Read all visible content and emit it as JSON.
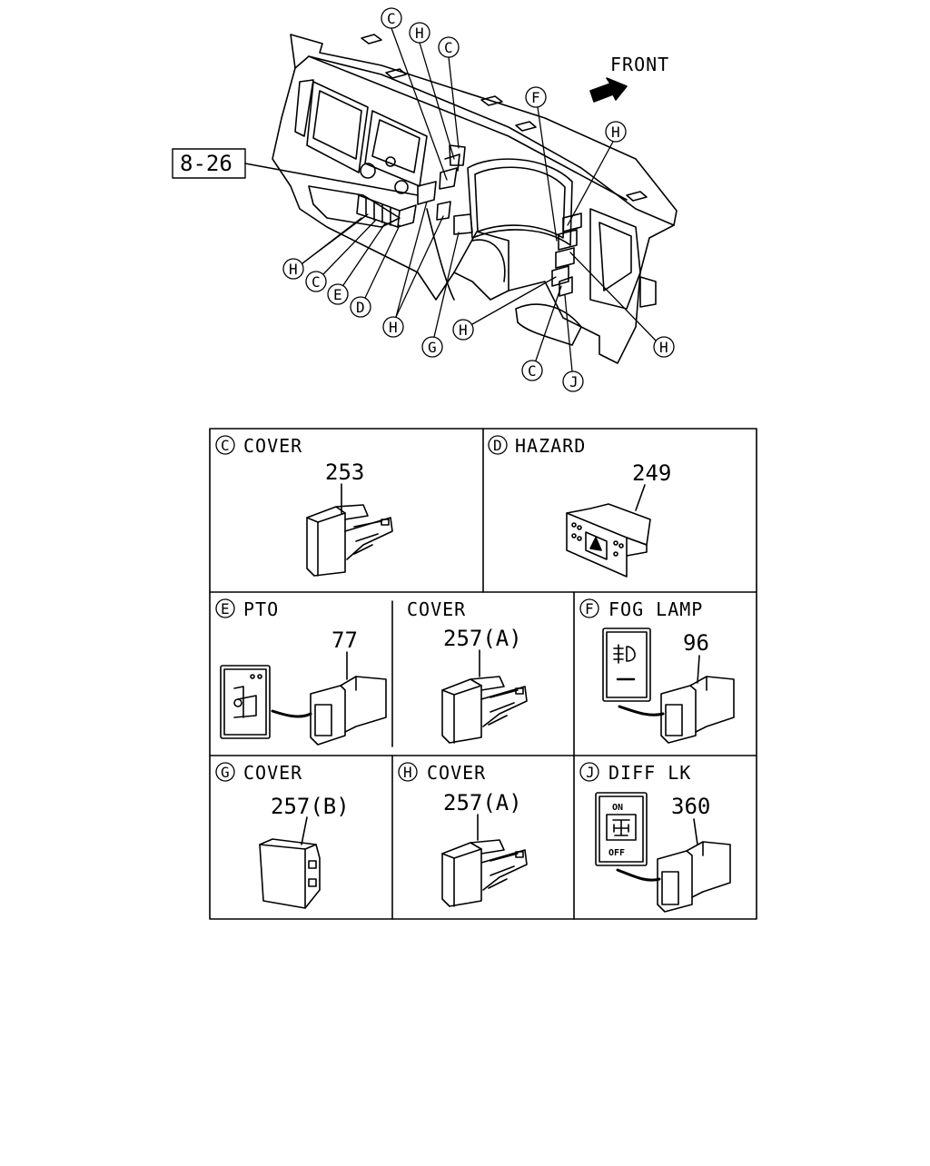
{
  "overview": {
    "front_label": "FRONT",
    "ref_box": "8-26",
    "callouts": [
      "C",
      "H",
      "C",
      "F",
      "H",
      "H",
      "C",
      "E",
      "D",
      "H",
      "G",
      "H",
      "H",
      "C",
      "J"
    ]
  },
  "panels": [
    {
      "letter": "C",
      "title": "COVER",
      "part": "253"
    },
    {
      "letter": "D",
      "title": "HAZARD",
      "part": "249"
    },
    {
      "letter": "E",
      "title": "PTO",
      "part": "77"
    },
    {
      "letter": "",
      "title": "COVER",
      "part": "257(A)"
    },
    {
      "letter": "F",
      "title": "FOG LAMP",
      "part": "96"
    },
    {
      "letter": "G",
      "title": "COVER",
      "part": "257(B)"
    },
    {
      "letter": "H",
      "title": "COVER",
      "part": "257(A)"
    },
    {
      "letter": "J",
      "title": "DIFF LK",
      "part": "360"
    }
  ],
  "diff_lk_switch": {
    "on": "ON",
    "off": "OFF"
  }
}
